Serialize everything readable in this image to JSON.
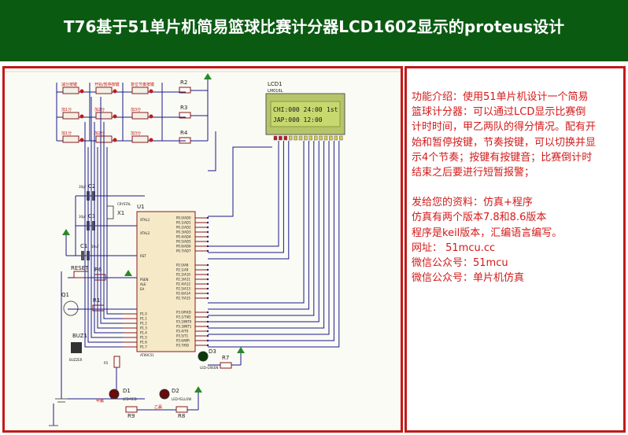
{
  "header": {
    "title": "T76基于51单片机简易篮球比赛计分器LCD1602显示的proteus设计",
    "background": "#0b5a12"
  },
  "description": {
    "color": "#d31a1a",
    "intro_lines": [
      "功能介绍：使用51单片机设计一个简易",
      "篮球计分器：可以通过LCD显示比赛倒",
      "计时时间，甲乙两队的得分情况。配有开",
      "始和暂停按键，节奏按键，可以切换并显",
      "示4个节奏；按键有按键音；比赛倒计时",
      "结束之后要进行短暂报警；"
    ],
    "info_lines": [
      "发给您的资料：仿真+程序",
      "仿真有两个版本7.8和8.6版本",
      "程序是keil版本，汇编语言编写。",
      "网址： 51mcu.cc",
      "微信公众号：51mcu",
      "微信公众号：单片机仿真"
    ]
  },
  "schematic": {
    "lcd": {
      "ref": "LCD1",
      "part": "LM016L",
      "line1": "CHI:000 24:00",
      "line1_suffix": "1st",
      "line2": "JAP:000     12:00"
    },
    "mcu": {
      "ref": "U1",
      "part": "AT89C51"
    },
    "labels": {
      "xtal1": "XTAL1",
      "xtal2": "XTAL2",
      "rst": "RST",
      "psen": "PSEN",
      "ale": "ALE",
      "ea": "EA",
      "c1": "C1",
      "c2": "C2",
      "c3": "C3",
      "x1": "X1",
      "crystal": "CRYSTAL",
      "c_val": "30pF",
      "c1_val": "10uF",
      "reset": "RESET",
      "r6": "R6",
      "r1": "R1",
      "r2": "R2",
      "r3": "R3",
      "r4": "R4",
      "r5": "R5",
      "r7": "R7",
      "r8": "R8",
      "r9": "R9",
      "q1": "Q1",
      "buz": "BUZ1",
      "buzzer": "BUZZER",
      "d1": "D1",
      "d2": "D2",
      "d3": "D3",
      "led_red": "LED-RED",
      "led_yellow": "LED-YELLOW",
      "led_green": "LED-GREEN",
      "team_a": "甲赢",
      "team_b": "乙赢"
    },
    "buttons": [
      "减分按键",
      "开始/暂停按键",
      "复位节奏按键",
      "加1分",
      "加2分",
      "加3分",
      "加1分",
      "加2分",
      "加3分"
    ],
    "p0_pins": [
      "P0.0/AD0",
      "P0.1/AD1",
      "P0.2/AD2",
      "P0.3/AD3",
      "P0.4/AD4",
      "P0.5/AD5",
      "P0.6/AD6",
      "P0.7/AD7"
    ],
    "p2_pins": [
      "P2.0/A8",
      "P2.1/A9",
      "P2.2/A10",
      "P2.3/A11",
      "P2.4/A12",
      "P2.5/A13",
      "P2.6/A14",
      "P2.7/A15"
    ],
    "p3_pins": [
      "P3.0/RXD",
      "P3.1/TXD",
      "P3.2/INT0",
      "P3.3/INT1",
      "P3.4/T0",
      "P3.5/T1",
      "P3.6/WR",
      "P3.7/RD"
    ],
    "p1_pins": [
      "P1.0",
      "P1.1",
      "P1.2",
      "P1.3",
      "P1.4",
      "P1.5",
      "P1.6",
      "P1.7"
    ]
  }
}
